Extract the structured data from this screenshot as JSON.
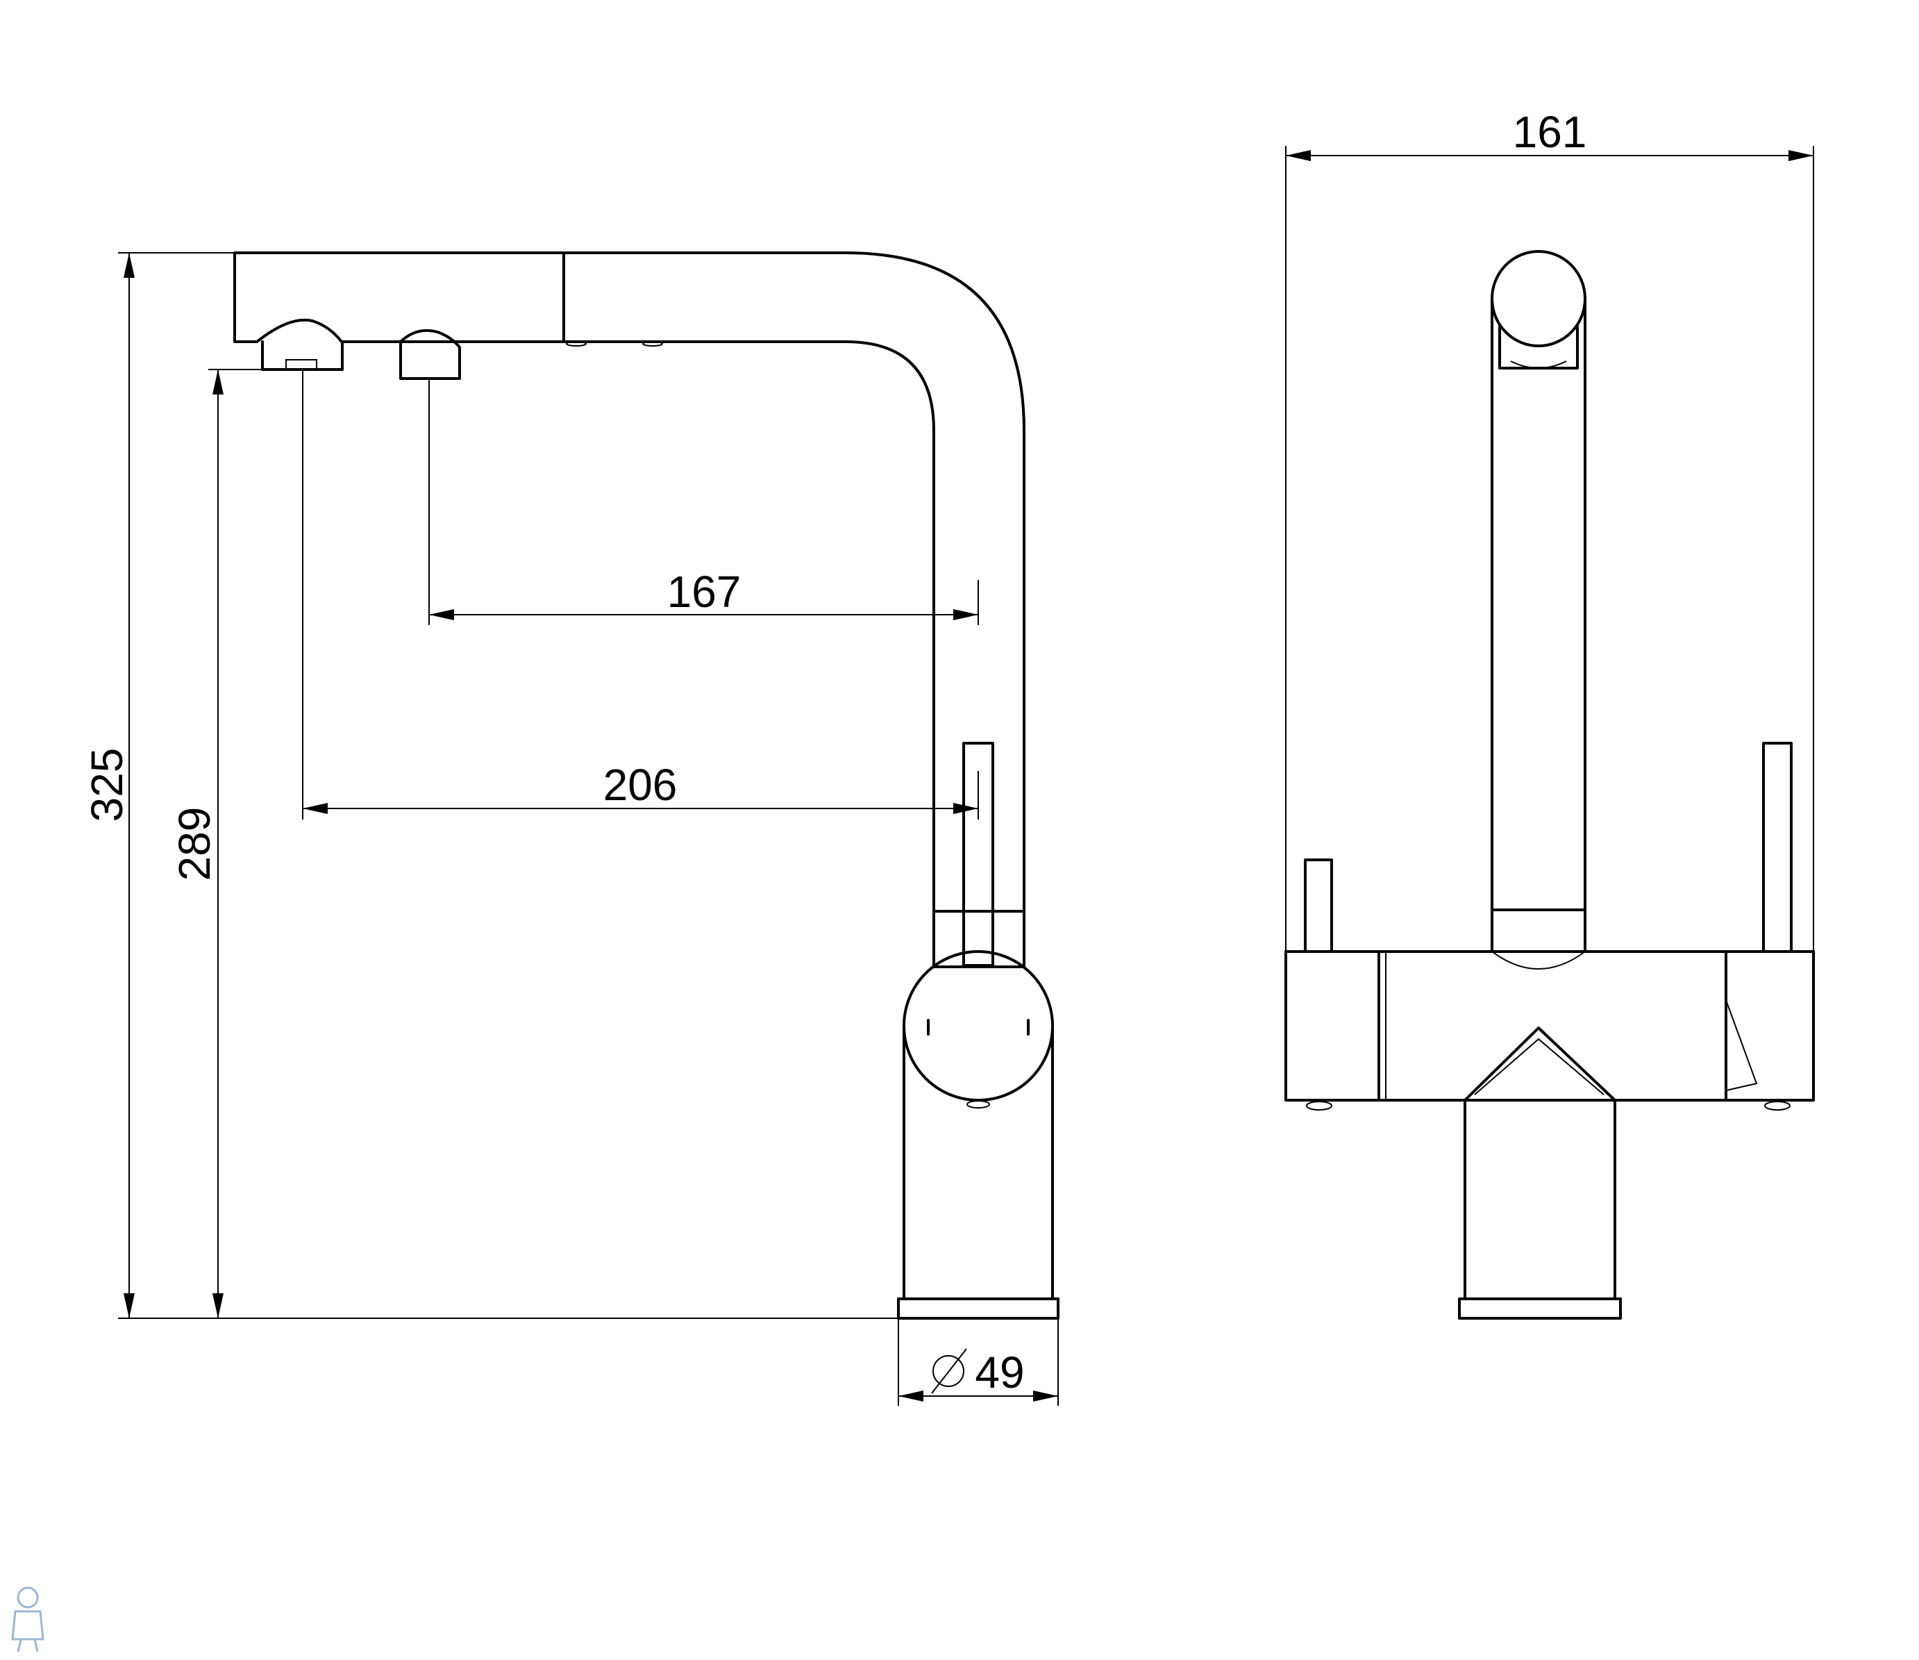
{
  "dimensions": {
    "height_total": "325",
    "height_outlet": "289",
    "reach_167": "167",
    "reach_206": "206",
    "base_diameter": "49",
    "width_front": "161"
  },
  "symbols": {
    "diameter": "diameter-symbol"
  },
  "colors": {
    "line": "#000000",
    "background": "#ffffff",
    "logo": "#9fb6d0"
  }
}
